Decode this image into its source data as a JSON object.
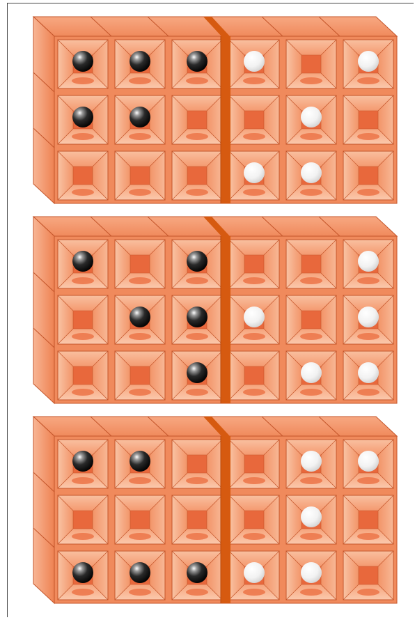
{
  "colors": {
    "brick_face": "#f08a5c",
    "brick_inner": "#e8683c",
    "brick_side_light": "#f7b08c",
    "brick_side_mid": "#f39a70",
    "brick_edge": "#c4552a",
    "divider": "#d65a10",
    "dark_ball": "#111111",
    "light_ball": "#f0f0f0"
  },
  "icons": {
    "dark_ball": "black-sphere-icon",
    "light_ball": "white-sphere-icon"
  },
  "panels": [
    {
      "name": "panel-1",
      "grid": [
        [
          "black",
          "black",
          "black",
          "white",
          "empty",
          "white"
        ],
        [
          "black",
          "black",
          "empty",
          "empty",
          "white",
          "empty"
        ],
        [
          "empty",
          "empty",
          "empty",
          "white",
          "white",
          "empty"
        ]
      ]
    },
    {
      "name": "panel-2",
      "grid": [
        [
          "black",
          "empty",
          "black",
          "empty",
          "empty",
          "white"
        ],
        [
          "empty",
          "black",
          "black",
          "white",
          "empty",
          "white"
        ],
        [
          "empty",
          "empty",
          "black",
          "empty",
          "white",
          "white"
        ]
      ]
    },
    {
      "name": "panel-3",
      "grid": [
        [
          "black",
          "black",
          "empty",
          "empty",
          "white",
          "white"
        ],
        [
          "empty",
          "empty",
          "empty",
          "empty",
          "white",
          "empty"
        ],
        [
          "black",
          "black",
          "black",
          "white",
          "white",
          "empty"
        ]
      ]
    }
  ]
}
